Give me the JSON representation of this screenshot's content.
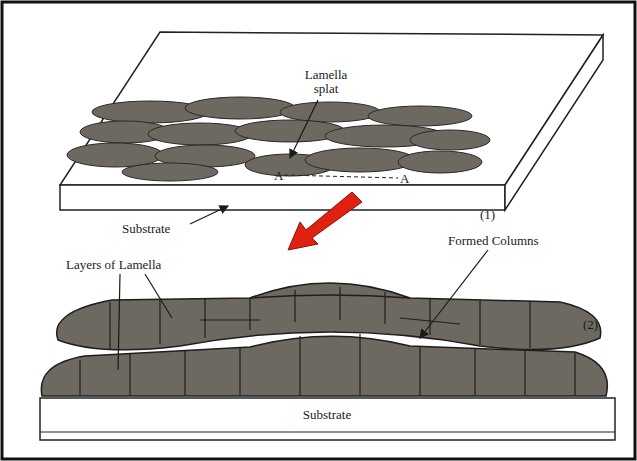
{
  "diagram": {
    "labels": [
      "Lamella splat",
      "A",
      "A",
      "(1)",
      "Substrate",
      "Formed Columns",
      "Layers of Lamella",
      "(2)",
      "Substrate"
    ]
  }
}
